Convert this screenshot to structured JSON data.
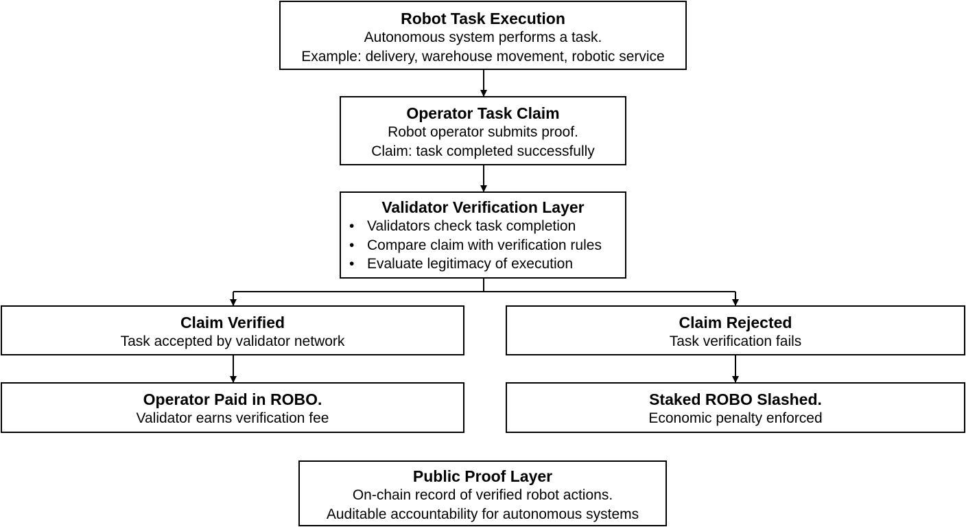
{
  "diagram": {
    "execution": {
      "title": "Robot Task Execution",
      "lines": [
        "Autonomous system performs a task.",
        "Example: delivery, warehouse movement, robotic service"
      ]
    },
    "claim": {
      "title": "Operator Task Claim",
      "lines": [
        "Robot operator submits proof.",
        "Claim: task completed successfully"
      ]
    },
    "verification": {
      "title": "Validator Verification Layer",
      "bullets": [
        "Validators check task completion",
        "Compare claim with verification rules",
        "Evaluate legitimacy of execution"
      ]
    },
    "verified": {
      "title": "Claim Verified",
      "lines": [
        "Task accepted by validator network"
      ]
    },
    "rejected": {
      "title": "Claim Rejected",
      "lines": [
        "Task verification fails"
      ]
    },
    "paid": {
      "title": "Operator Paid in ROBO.",
      "lines": [
        "Validator earns verification fee"
      ]
    },
    "slashed": {
      "title": "Staked ROBO Slashed.",
      "lines": [
        "Economic penalty enforced"
      ]
    },
    "proof": {
      "title": "Public Proof Layer",
      "lines": [
        "On-chain record of verified robot actions.",
        "Auditable accountability for autonomous systems"
      ]
    },
    "bullet_glyph": "•",
    "colors": {
      "stroke": "#000000",
      "fill": "#ffffff",
      "text": "#000000"
    }
  }
}
